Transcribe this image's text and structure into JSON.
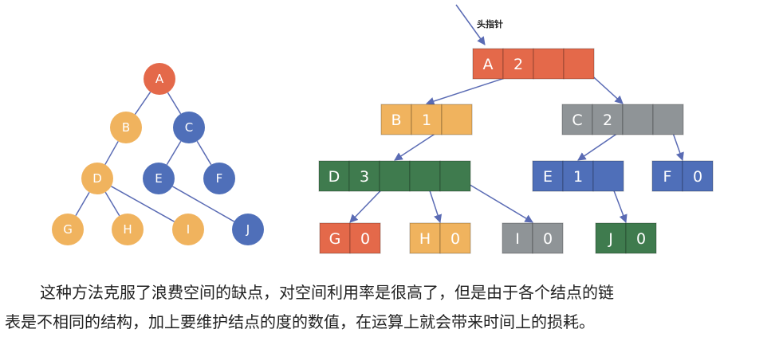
{
  "colors": {
    "red": "#e4694a",
    "orange": "#f0b35e",
    "blue": "#4f6fb9",
    "gray": "#8f9497",
    "green": "#3f7b4e",
    "edge": "#5a6bb4"
  },
  "tree": {
    "nodes": [
      {
        "id": "A",
        "label": "A",
        "color": "red"
      },
      {
        "id": "B",
        "label": "B",
        "color": "orange"
      },
      {
        "id": "C",
        "label": "C",
        "color": "blue"
      },
      {
        "id": "D",
        "label": "D",
        "color": "orange"
      },
      {
        "id": "E",
        "label": "E",
        "color": "blue"
      },
      {
        "id": "F",
        "label": "F",
        "color": "blue"
      },
      {
        "id": "G",
        "label": "G",
        "color": "orange"
      },
      {
        "id": "H",
        "label": "H",
        "color": "orange"
      },
      {
        "id": "I",
        "label": "I",
        "color": "orange"
      },
      {
        "id": "J",
        "label": "J",
        "color": "blue"
      }
    ],
    "edges": [
      [
        "A",
        "B"
      ],
      [
        "A",
        "C"
      ],
      [
        "B",
        "D"
      ],
      [
        "C",
        "E"
      ],
      [
        "C",
        "F"
      ],
      [
        "D",
        "G"
      ],
      [
        "D",
        "H"
      ],
      [
        "D",
        "I"
      ],
      [
        "E",
        "J"
      ]
    ]
  },
  "linked": {
    "head_label": "头指针",
    "nodes": [
      {
        "id": "A",
        "label": "A",
        "degree": "2",
        "color": "red"
      },
      {
        "id": "B",
        "label": "B",
        "degree": "1",
        "color": "orange"
      },
      {
        "id": "C",
        "label": "C",
        "degree": "2",
        "color": "gray"
      },
      {
        "id": "D",
        "label": "D",
        "degree": "3",
        "color": "green"
      },
      {
        "id": "E",
        "label": "E",
        "degree": "1",
        "color": "blue"
      },
      {
        "id": "F",
        "label": "F",
        "degree": "0",
        "color": "blue"
      },
      {
        "id": "G",
        "label": "G",
        "degree": "0",
        "color": "red"
      },
      {
        "id": "H",
        "label": "H",
        "degree": "0",
        "color": "orange"
      },
      {
        "id": "I",
        "label": "I",
        "degree": "0",
        "color": "gray"
      },
      {
        "id": "J",
        "label": "J",
        "degree": "0",
        "color": "green"
      }
    ]
  },
  "paragraph": {
    "line1": "这种方法克服了浪费空间的缺点，对空间利用率是很高了，但是由于各个结点的链",
    "line2": "表是不相同的结构，加上要维护结点的度的数值，在运算上就会带来时间上的损耗。"
  }
}
